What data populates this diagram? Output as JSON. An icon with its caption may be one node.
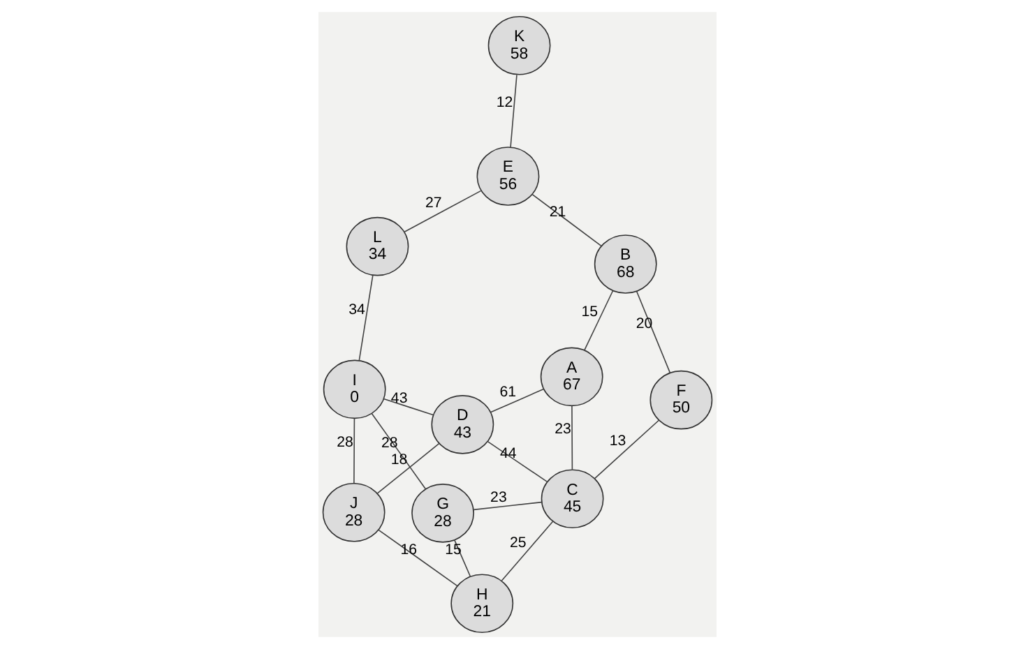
{
  "diagram": {
    "nodes": [
      {
        "text": [
          "A",
          "67"
        ]
      },
      {
        "text": [
          "B",
          "68"
        ]
      },
      {
        "text": [
          "C",
          "45"
        ]
      },
      {
        "text": [
          "D",
          "43"
        ]
      },
      {
        "text": [
          "E",
          "56"
        ]
      },
      {
        "text": [
          "F",
          "50"
        ]
      },
      {
        "text": [
          "G",
          "28"
        ]
      },
      {
        "text": [
          "H",
          "21"
        ]
      },
      {
        "text": [
          "I",
          "0"
        ]
      },
      {
        "text": [
          "J",
          "28"
        ]
      },
      {
        "text": [
          "K",
          "58"
        ]
      },
      {
        "text": [
          "L",
          "34"
        ]
      }
    ],
    "edges": [
      {
        "from": 0,
        "to": 3,
        "arrow": "none",
        "label": "61"
      },
      {
        "from": 0,
        "to": 2,
        "arrow": "none",
        "label": "23"
      },
      {
        "from": 0,
        "to": 1,
        "arrow": "none",
        "label": "15"
      },
      {
        "from": 2,
        "to": 3,
        "arrow": "none",
        "label": "44"
      },
      {
        "from": 2,
        "to": 5,
        "arrow": "none",
        "label": "13"
      },
      {
        "from": 2,
        "to": 7,
        "arrow": "none",
        "label": "25"
      },
      {
        "from": 2,
        "to": 6,
        "arrow": "none",
        "label": "23"
      },
      {
        "from": 1,
        "to": 5,
        "arrow": "none",
        "label": "20"
      },
      {
        "from": 1,
        "to": 4,
        "arrow": "none",
        "label": "21"
      },
      {
        "from": 4,
        "to": 11,
        "arrow": "none",
        "label": "27"
      },
      {
        "from": 4,
        "to": 10,
        "arrow": "none",
        "label": "12"
      },
      {
        "from": 11,
        "to": 8,
        "arrow": "none",
        "label": "34"
      },
      {
        "from": 6,
        "to": 7,
        "arrow": "none",
        "label": "15"
      },
      {
        "from": 6,
        "to": 8,
        "arrow": "none",
        "label": "28"
      },
      {
        "from": 7,
        "to": 9,
        "arrow": "none",
        "label": "16"
      },
      {
        "from": 9,
        "to": 3,
        "arrow": "none",
        "label": "18"
      },
      {
        "from": 9,
        "to": 8,
        "arrow": "none",
        "label": "28"
      },
      {
        "from": 3,
        "to": 8,
        "arrow": "none",
        "label": "43"
      }
    ]
  }
}
